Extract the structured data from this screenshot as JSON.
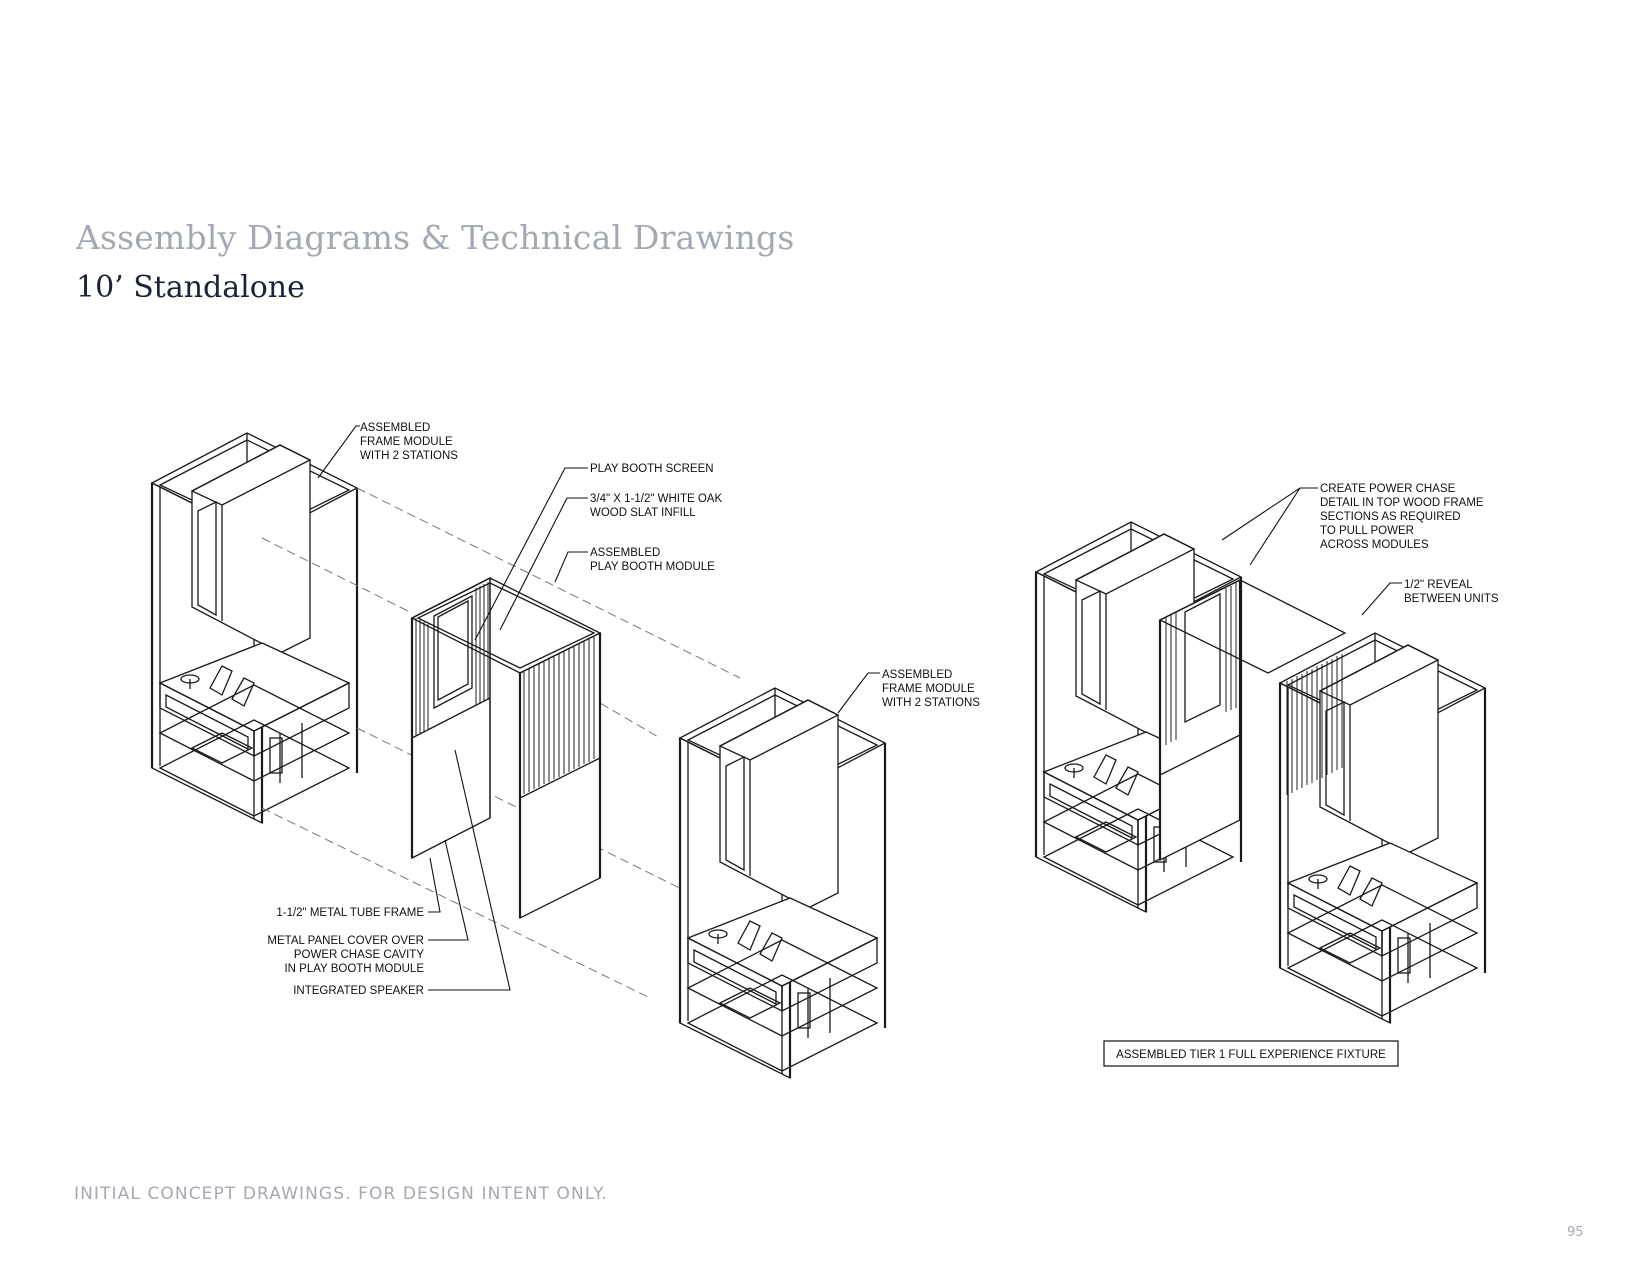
{
  "page": {
    "title": "Assembly Diagrams & Technical Drawings",
    "subtitle": "10’ Standalone",
    "footer": "INITIAL CONCEPT DRAWINGS. FOR DESIGN INTENT ONLY.",
    "page_number": "95"
  },
  "callouts": {
    "frame_module_left": [
      "ASSEMBLED",
      "FRAME MODULE",
      "WITH 2 STATIONS"
    ],
    "play_booth_screen": [
      "PLAY BOOTH SCREEN"
    ],
    "wood_slat": [
      "3/4\" X 1-1/2\" WHITE OAK",
      "WOOD SLAT INFILL"
    ],
    "play_booth_module": [
      "ASSEMBLED",
      "PLAY BOOTH MODULE"
    ],
    "frame_module_right": [
      "ASSEMBLED",
      "FRAME MODULE",
      "WITH 2 STATIONS"
    ],
    "metal_tube": [
      "1-1/2\" METAL TUBE FRAME"
    ],
    "metal_panel": [
      "METAL PANEL COVER OVER",
      "POWER CHASE CAVITY",
      "IN PLAY BOOTH MODULE"
    ],
    "speaker": [
      "INTEGRATED SPEAKER"
    ],
    "power_chase": [
      "CREATE POWER CHASE",
      "DETAIL IN TOP WOOD FRAME",
      "SECTIONS AS REQUIRED",
      "TO PULL POWER",
      "ACROSS MODULES"
    ],
    "reveal": [
      "1/2\" REVEAL",
      "BETWEEN UNITS"
    ],
    "fixture_caption": "ASSEMBLED TIER 1 FULL EXPERIENCE FIXTURE"
  }
}
